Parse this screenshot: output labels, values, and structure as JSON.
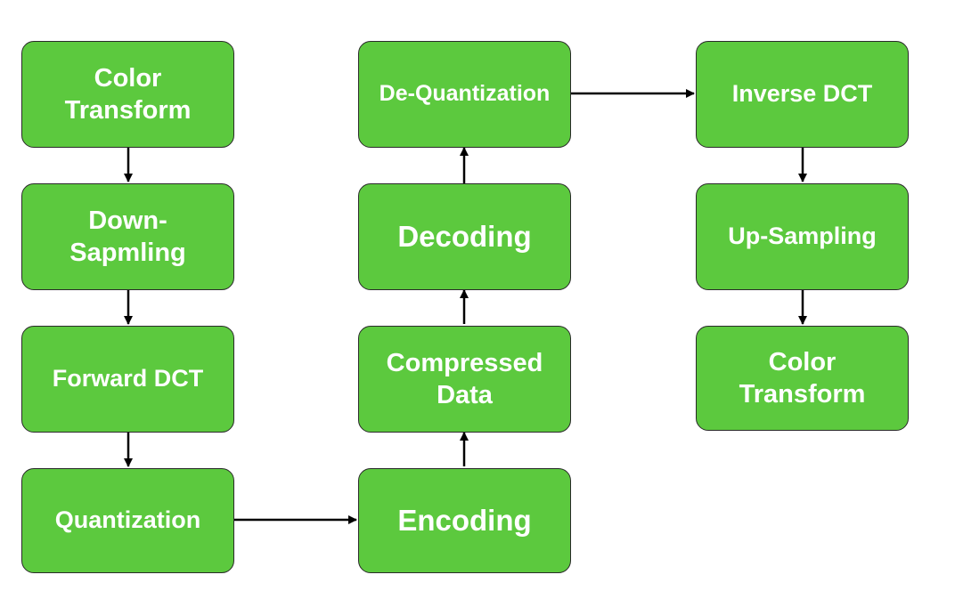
{
  "diagram": {
    "nodes": {
      "color_transform_1": "Color\nTransform",
      "down_sampling": "Down-\nSapmling",
      "forward_dct": "Forward DCT",
      "quantization": "Quantization",
      "encoding": "Encoding",
      "compressed_data": "Compressed\nData",
      "decoding": "Decoding",
      "de_quantization": "De-Quantization",
      "inverse_dct": "Inverse DCT",
      "up_sampling": "Up-Sampling",
      "color_transform_2": "Color\nTransform"
    },
    "edges": [
      [
        "color_transform_1",
        "down_sampling"
      ],
      [
        "down_sampling",
        "forward_dct"
      ],
      [
        "forward_dct",
        "quantization"
      ],
      [
        "quantization",
        "encoding"
      ],
      [
        "encoding",
        "compressed_data"
      ],
      [
        "compressed_data",
        "decoding"
      ],
      [
        "decoding",
        "de_quantization"
      ],
      [
        "de_quantization",
        "inverse_dct"
      ],
      [
        "inverse_dct",
        "up_sampling"
      ],
      [
        "up_sampling",
        "color_transform_2"
      ]
    ],
    "colors": {
      "node_fill": "#5cc93e",
      "node_border": "#2a2a2a",
      "node_text": "#ffffff",
      "arrow": "#000000"
    }
  }
}
